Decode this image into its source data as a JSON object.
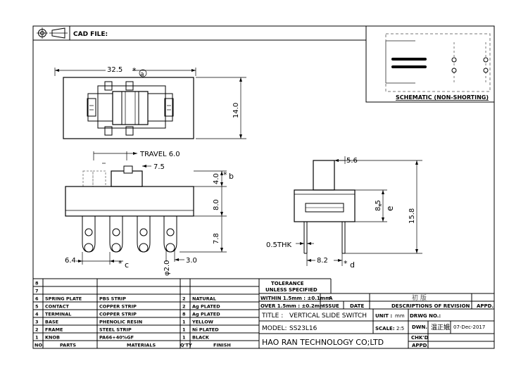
{
  "header": {
    "cad_label": "CAD FILE:",
    "cad_value": ""
  },
  "schematic": {
    "label": "SCHEMATIC (NON-SHORTING)"
  },
  "dims": {
    "top_width": "32.5",
    "top_height": "14.0",
    "travel": "TRAVEL 6.0",
    "knob_offset": "7.5",
    "dim_4_0": "4.0",
    "dim_8_0": "8.0",
    "dim_7_8": "7.8",
    "pitch": "6.4",
    "terminal_pitch": "3.0",
    "hole_dia": "φ2.0",
    "knob_w": "5.6",
    "side_8_5": "8.5",
    "side_15_8": "15.8",
    "side_8_2": "8.2",
    "thk": "0.5THK"
  },
  "callouts": {
    "a": "a",
    "b": "b",
    "c": "c",
    "d": "d",
    "e": "e"
  },
  "parts": {
    "headers": {
      "no": "NO.",
      "parts": "PARTS",
      "materials": "MATERIALS",
      "qty": "Q'TY",
      "finish": "FINISH"
    },
    "rows": [
      {
        "no": "8",
        "part": "",
        "material": "",
        "qty": "",
        "finish": ""
      },
      {
        "no": "7",
        "part": "",
        "material": "",
        "qty": "",
        "finish": ""
      },
      {
        "no": "6",
        "part": "SPRING PLATE",
        "material": "PBS STRIP",
        "qty": "2",
        "finish": "NATURAL"
      },
      {
        "no": "5",
        "part": "CONTACT",
        "material": "COPPER STRIP",
        "qty": "2",
        "finish": "Ag PLATED"
      },
      {
        "no": "4",
        "part": "TERMINAL",
        "material": "COPPER STRIP",
        "qty": "8",
        "finish": "Ag PLATED"
      },
      {
        "no": "3",
        "part": "BASE",
        "material": "PHENOLIC RESIN",
        "qty": "1",
        "finish": "YELLOW"
      },
      {
        "no": "2",
        "part": "FRAME",
        "material": "STEEL STRIP",
        "qty": "1",
        "finish": "Ni PLATED"
      },
      {
        "no": "1",
        "part": "KNOB",
        "material": "PA66+40%GF",
        "qty": "1",
        "finish": "BLACK"
      }
    ]
  },
  "tolerance": {
    "title1": "TOLERANCE",
    "title2": "UNLESS SPECIFIED",
    "within": "WITHIN 1.5mm : ±0.1mm",
    "over": "OVER 1.5mm : ±0.2mm"
  },
  "revision": {
    "rev_letter": "A",
    "rev_desc": "初  版",
    "col_issue": "ISSUE",
    "col_date": "DATE",
    "col_desc": "DESCRIPTIONS OF REVISION",
    "col_appd": "APPD."
  },
  "title_block": {
    "title_label": "TITLE :",
    "title_value": "VERTICAL SLIDE SWITCH",
    "unit_label": "UNIT :",
    "unit_value": "mm",
    "drwg_label": "DRWG NO.:",
    "model_label": "MODEL:",
    "model_value": "SS23L16",
    "scale_label": "SCALE:",
    "scale_value": "2:5",
    "dwn_label": "DWN.",
    "dwn_name": "温正娥",
    "dwn_date": "07-Dec-2017",
    "company": "HAO RAN TECHNOLOGY CO;LTD",
    "chkd_label": "CHK'D",
    "appd_label": "APPD."
  }
}
